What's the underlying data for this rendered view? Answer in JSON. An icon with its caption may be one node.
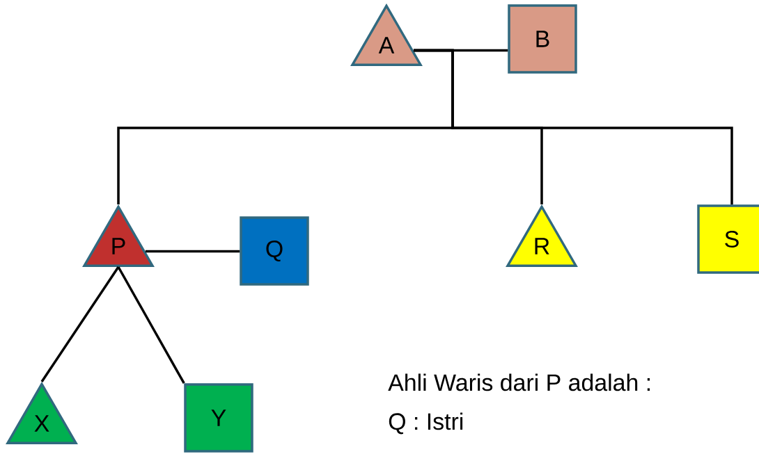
{
  "diagram": {
    "nodes": [
      {
        "text": [
          "A"
        ]
      },
      {
        "text": [
          "B"
        ]
      },
      {
        "text": [
          "P"
        ]
      },
      {
        "text": [
          "Q"
        ]
      },
      {
        "text": [
          "R"
        ]
      },
      {
        "text": [
          "S"
        ]
      },
      {
        "text": [
          "X"
        ]
      },
      {
        "text": [
          "Y"
        ]
      }
    ],
    "edges": [
      {
        "from": 0,
        "to": 1,
        "arrow": "none"
      },
      {
        "from": 0,
        "to": 2,
        "arrow": "none"
      },
      {
        "from": 0,
        "to": 4,
        "arrow": "none"
      },
      {
        "from": 0,
        "to": 5,
        "arrow": "none"
      },
      {
        "from": 2,
        "to": 3,
        "arrow": "none"
      },
      {
        "from": 2,
        "to": 6,
        "arrow": "none"
      },
      {
        "from": 2,
        "to": 7,
        "arrow": "none"
      }
    ],
    "labels": [
      "Ahli Waris dari P adalah :",
      "Q : Istri"
    ]
  }
}
